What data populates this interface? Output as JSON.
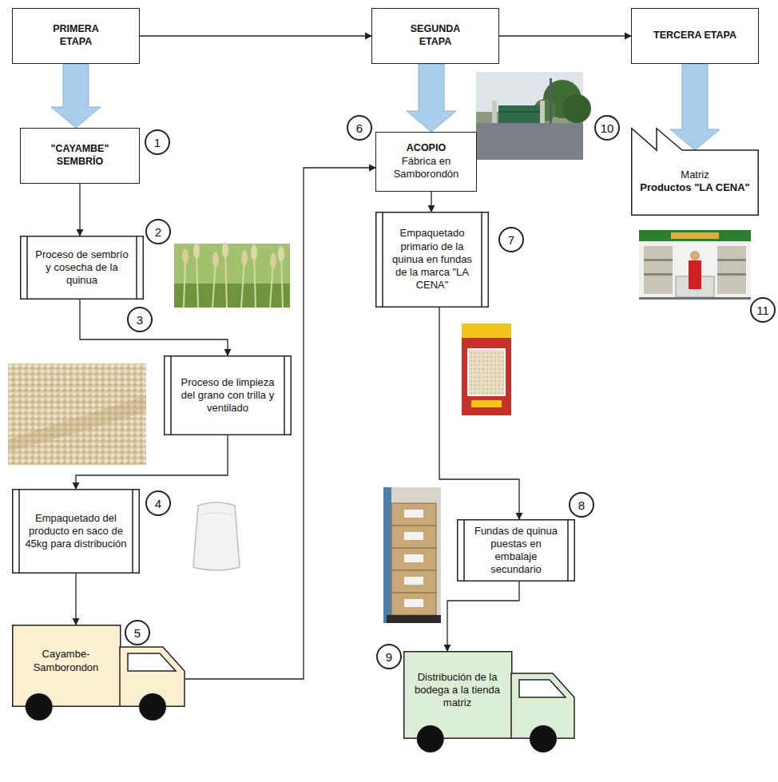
{
  "diagram": {
    "nodes": [
      {
        "text": [
          "PRIMERA ETAPA"
        ]
      },
      {
        "text": [
          "SEGUNDA ETAPA"
        ]
      },
      {
        "text": [
          "TERCERA ETAPA"
        ]
      },
      {
        "text": [
          "\"CAYAMBE\" SEMBRÍO"
        ]
      },
      {
        "text": [
          "Proceso de sembrío y cosecha de la quinua"
        ]
      },
      {
        "text": [
          "Proceso de limpieza del grano con trilla y ventilado"
        ]
      },
      {
        "text": [
          "Empaquetado del producto en saco de 45kg para distribución"
        ]
      },
      {
        "text": [
          "Cayambe-Samborondon"
        ]
      },
      {
        "text": [
          "ACOPIO",
          "Fábrica en Samborondón"
        ]
      },
      {
        "text": [
          "Empaquetado primario de la quinua en fundas de la marca \"LA CENA\""
        ]
      },
      {
        "text": [
          "Fundas de quinua puestas en embalaje secundario"
        ]
      },
      {
        "text": [
          "Distribución de la bodega a la tienda matriz"
        ]
      },
      {
        "text": [
          "Matriz",
          "Productos \"LA CENA\""
        ]
      }
    ],
    "edges": [
      {
        "from": 0,
        "to": 1,
        "arrow": "to"
      },
      {
        "from": 1,
        "to": 2,
        "arrow": "to"
      },
      {
        "from": 0,
        "to": 3,
        "arrow": "to"
      },
      {
        "from": 1,
        "to": 8,
        "arrow": "to"
      },
      {
        "from": 2,
        "to": 12,
        "arrow": "to"
      },
      {
        "from": 3,
        "to": 4,
        "arrow": "to"
      },
      {
        "from": 4,
        "to": 5,
        "arrow": "to"
      },
      {
        "from": 5,
        "to": 6,
        "arrow": "to"
      },
      {
        "from": 6,
        "to": 7,
        "arrow": "to"
      },
      {
        "from": 7,
        "to": 8,
        "arrow": "to"
      },
      {
        "from": 8,
        "to": 9,
        "arrow": "to"
      },
      {
        "from": 9,
        "to": 10,
        "arrow": "to"
      },
      {
        "from": 10,
        "to": 11,
        "arrow": "to"
      }
    ],
    "labels": [
      "1",
      "2",
      "3",
      "4",
      "5",
      "6",
      "7",
      "8",
      "9",
      "10",
      "11"
    ]
  }
}
